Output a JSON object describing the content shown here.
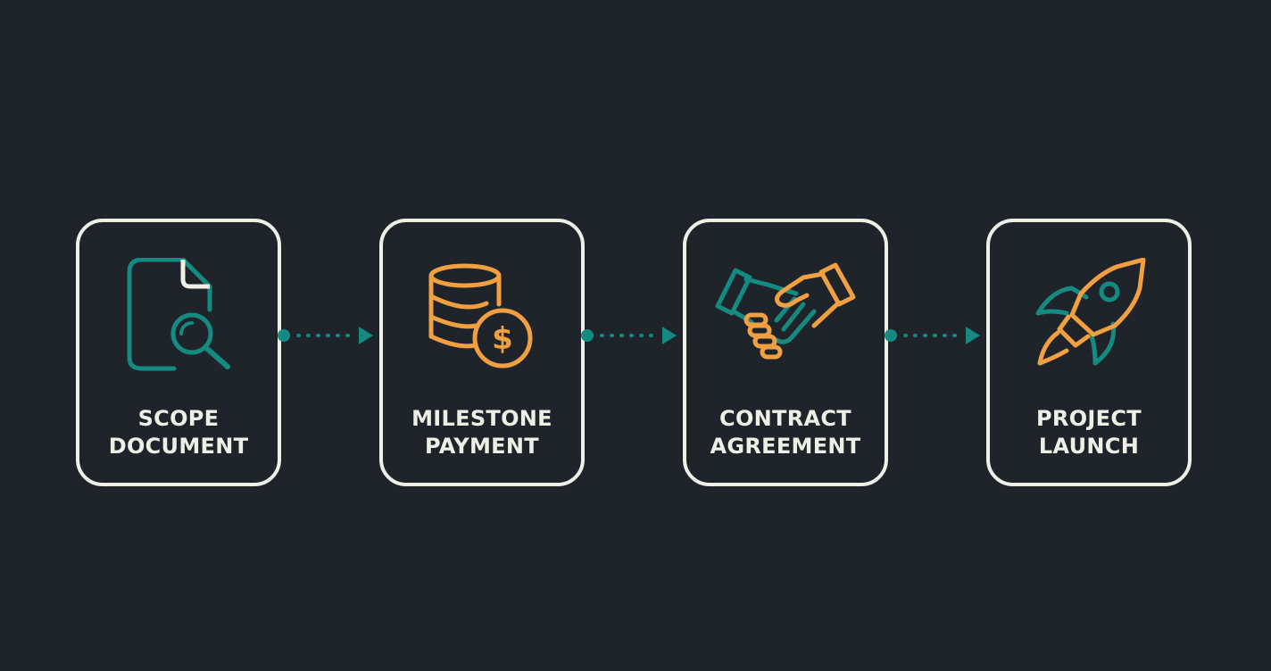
{
  "colors": {
    "background": "#1f242b",
    "card_border": "#eef0e6",
    "label_text": "#eef0e6",
    "teal": "#158a80",
    "orange": "#f0a040"
  },
  "steps": [
    {
      "line1": "SCOPE",
      "line2": "DOCUMENT",
      "icon": "document-search-icon"
    },
    {
      "line1": "MILESTONE",
      "line2": "PAYMENT",
      "icon": "coins-dollar-icon"
    },
    {
      "line1": "CONTRACT",
      "line2": "AGREEMENT",
      "icon": "handshake-icon"
    },
    {
      "line1": "PROJECT",
      "line2": "LAUNCH",
      "icon": "rocket-icon"
    }
  ]
}
